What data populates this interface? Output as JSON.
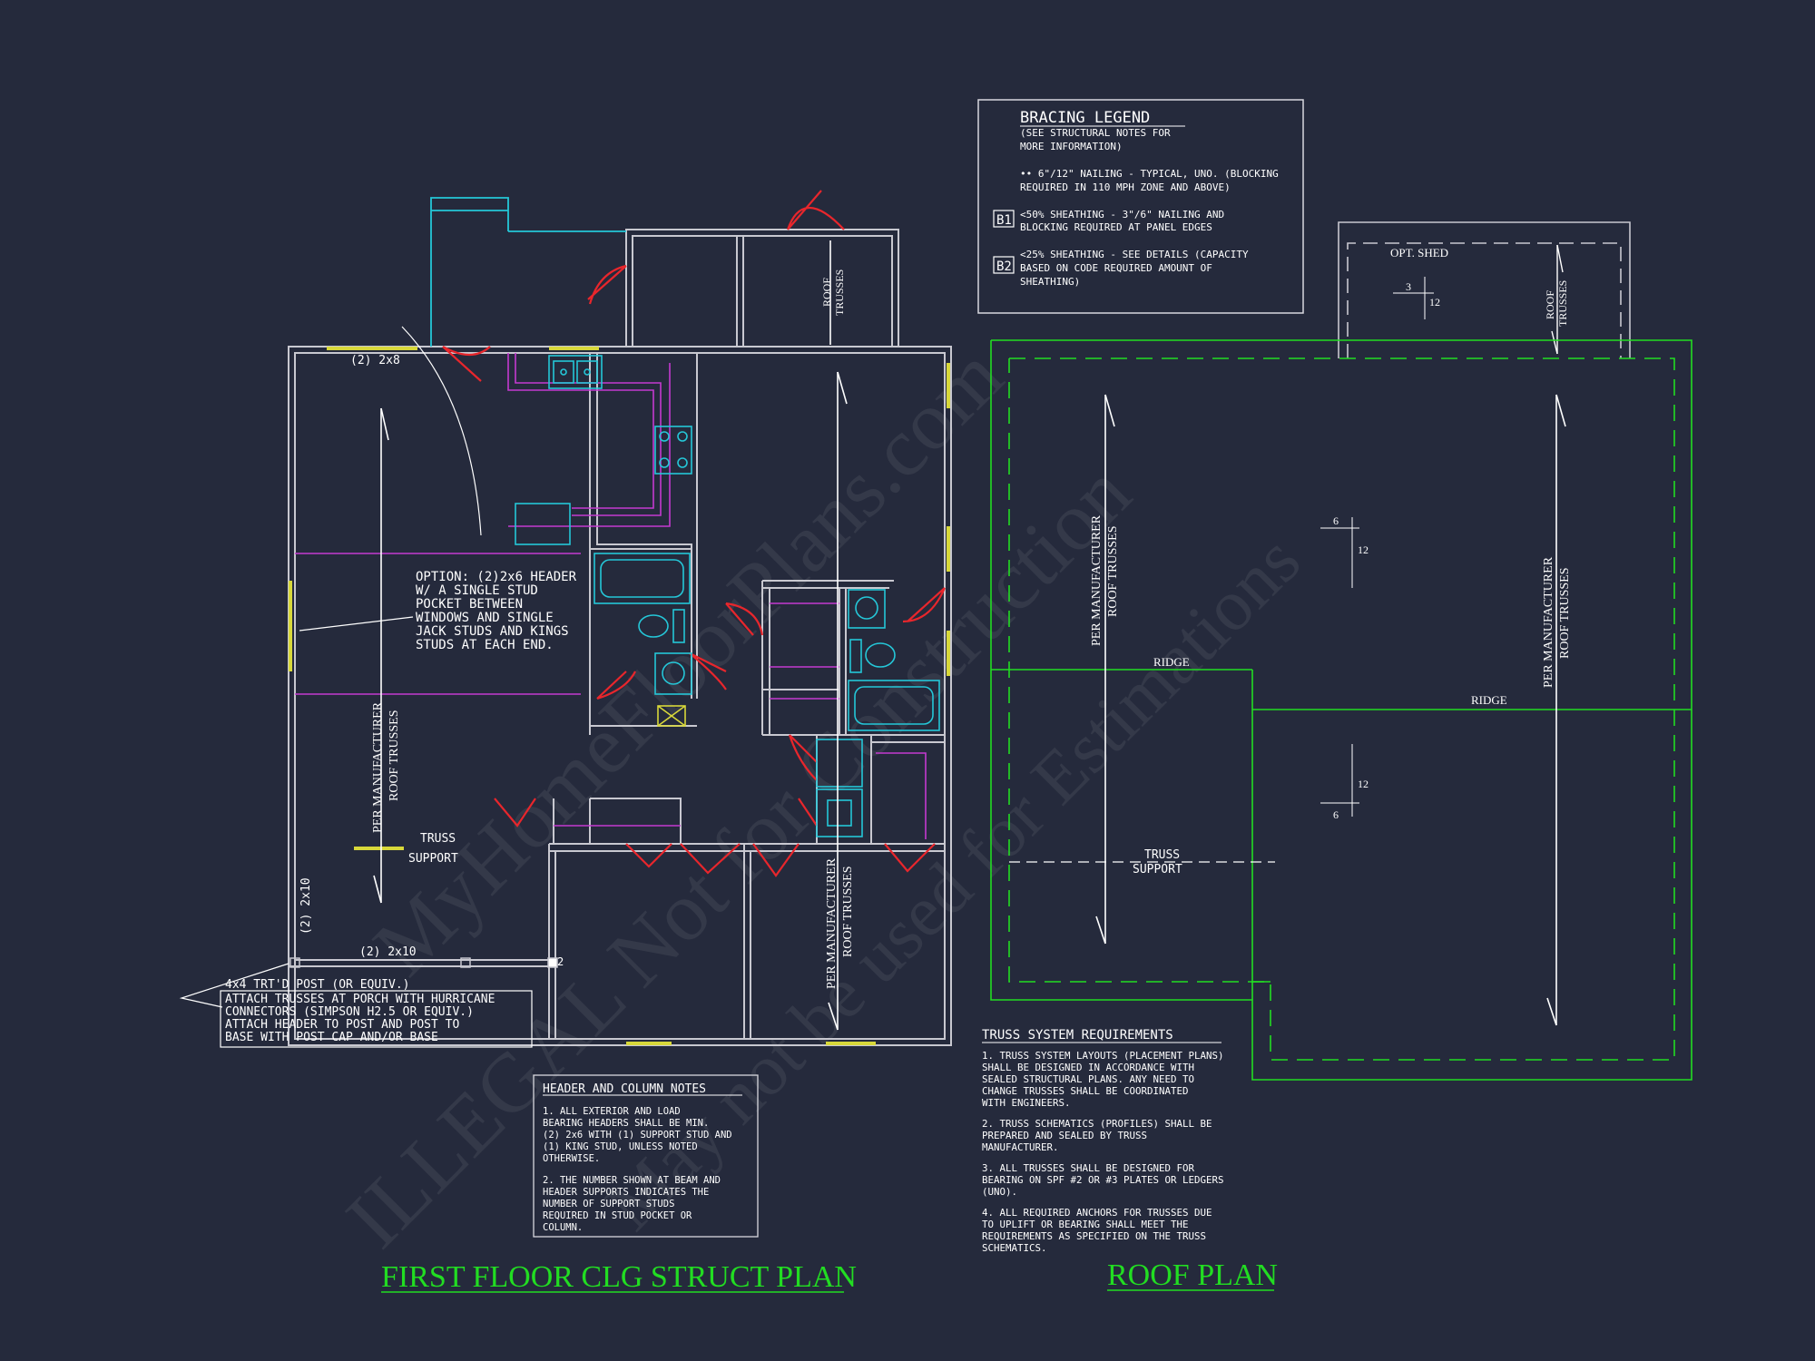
{
  "titles": {
    "left": "FIRST FLOOR CLG STRUCT PLAN",
    "right": "ROOF PLAN"
  },
  "bracing_legend": {
    "title": "BRACING LEGEND",
    "subtitle1": "(SEE STRUCTURAL NOTES FOR",
    "subtitle2": "MORE INFORMATION)",
    "line1a": "•• 6\"/12\" NAILING - TYPICAL, UNO. (BLOCKING",
    "line1b": "REQUIRED IN 110 MPH ZONE AND ABOVE)",
    "b1_tag": "B1",
    "b1a": "<50% SHEATHING - 3\"/6\" NAILING AND",
    "b1b": "BLOCKING REQUIRED AT PANEL EDGES",
    "b2_tag": "B2",
    "b2a": "<25% SHEATHING - SEE DETAILS (CAPACITY",
    "b2b": "BASED ON CODE REQUIRED AMOUNT OF",
    "b2c": "SHEATHING)"
  },
  "floor_plan": {
    "header_2x8": "(2) 2x8",
    "option_note": [
      "OPTION: (2)2x6 HEADER",
      "W/ A SINGLE STUD",
      "POCKET BETWEEN",
      "WINDOWS AND SINGLE",
      "JACK STUDS AND KINGS",
      "STUDS AT EACH END."
    ],
    "roof_trusses_top": [
      "ROOF",
      "TRUSSES"
    ],
    "per_mfr_left": [
      "PER MANUFACTURER",
      "ROOF TRUSSES"
    ],
    "per_mfr_right": [
      "PER MANUFACTURER",
      "ROOF TRUSSES"
    ],
    "truss_support": [
      "TRUSS",
      "SUPPORT"
    ],
    "header_2x10_vert": "(2) 2x10",
    "header_2x10_horiz": "(2) 2x10",
    "post_num": "2",
    "post_note_head": "4x4 TRT'D POST (OR EQUIV.)",
    "post_note": [
      "ATTACH TRUSSES AT PORCH WITH HURRICANE",
      "CONNECTORS (SIMPSON H2.5 OR EQUIV.)",
      "ATTACH HEADER TO POST AND POST TO",
      "BASE WITH POST CAP AND/OR BASE"
    ]
  },
  "header_notes": {
    "title": "HEADER AND COLUMN NOTES",
    "lines": [
      "1. ALL EXTERIOR AND LOAD",
      "BEARING HEADERS SHALL BE MIN.",
      "(2) 2x6 WITH (1) SUPPORT STUD AND",
      "(1) KING STUD, UNLESS NOTED",
      "OTHERWISE.",
      "",
      "2. THE NUMBER SHOWN AT BEAM AND",
      "HEADER SUPPORTS INDICATES THE",
      "NUMBER OF SUPPORT STUDS",
      "REQUIRED IN STUD POCKET OR",
      "COLUMN."
    ]
  },
  "roof_plan": {
    "opt_shed": "OPT. SHED",
    "shed_pitch_rise": "3",
    "shed_pitch_run": "12",
    "shed_trusses": [
      "ROOF",
      "TRUSSES"
    ],
    "pitch_upper_rise": "6",
    "pitch_upper_run": "12",
    "pitch_lower_run": "12",
    "pitch_lower_rise": "6",
    "per_mfr_left": [
      "PER MANUFACTURER",
      "ROOF TRUSSES"
    ],
    "per_mfr_right": [
      "PER MANUFACTURER",
      "ROOF TRUSSES"
    ],
    "ridge_left": "RIDGE",
    "ridge_right": "RIDGE",
    "truss_support": [
      "TRUSS",
      "SUPPORT"
    ]
  },
  "truss_requirements": {
    "title": "TRUSS SYSTEM REQUIREMENTS",
    "lines": [
      "1. TRUSS SYSTEM LAYOUTS (PLACEMENT PLANS)",
      "SHALL BE DESIGNED IN ACCORDANCE WITH",
      "SEALED STRUCTURAL PLANS. ANY NEED TO",
      "CHANGE TRUSSES SHALL BE COORDINATED",
      "WITH ENGINEERS.",
      "",
      "2. TRUSS SCHEMATICS (PROFILES) SHALL BE",
      "PREPARED AND SEALED BY TRUSS",
      "MANUFACTURER.",
      "",
      "3. ALL TRUSSES SHALL BE DESIGNED FOR",
      "BEARING ON SPF #2 OR #3 PLATES OR LEDGERS",
      "(UNO).",
      "",
      "4. ALL REQUIRED ANCHORS FOR TRUSSES DUE",
      "TO UPLIFT OR BEARING SHALL MEET THE",
      "REQUIREMENTS AS SPECIFIED ON THE TRUSS",
      "SCHEMATICS."
    ]
  },
  "watermark": {
    "line1": "MyHomeFloorPlans.com",
    "line2": "ILLEGAL Not for Construction",
    "line3": "May not be used for Estimations"
  },
  "colors": {
    "background": "#252a3c",
    "wall": "#c8c8d0",
    "door": "#e8262c",
    "window": "#d8d83a",
    "fixture": "#25c7d8",
    "cabinet": "#c43ad0",
    "roof": "#22dd22",
    "text": "#ffffff"
  }
}
